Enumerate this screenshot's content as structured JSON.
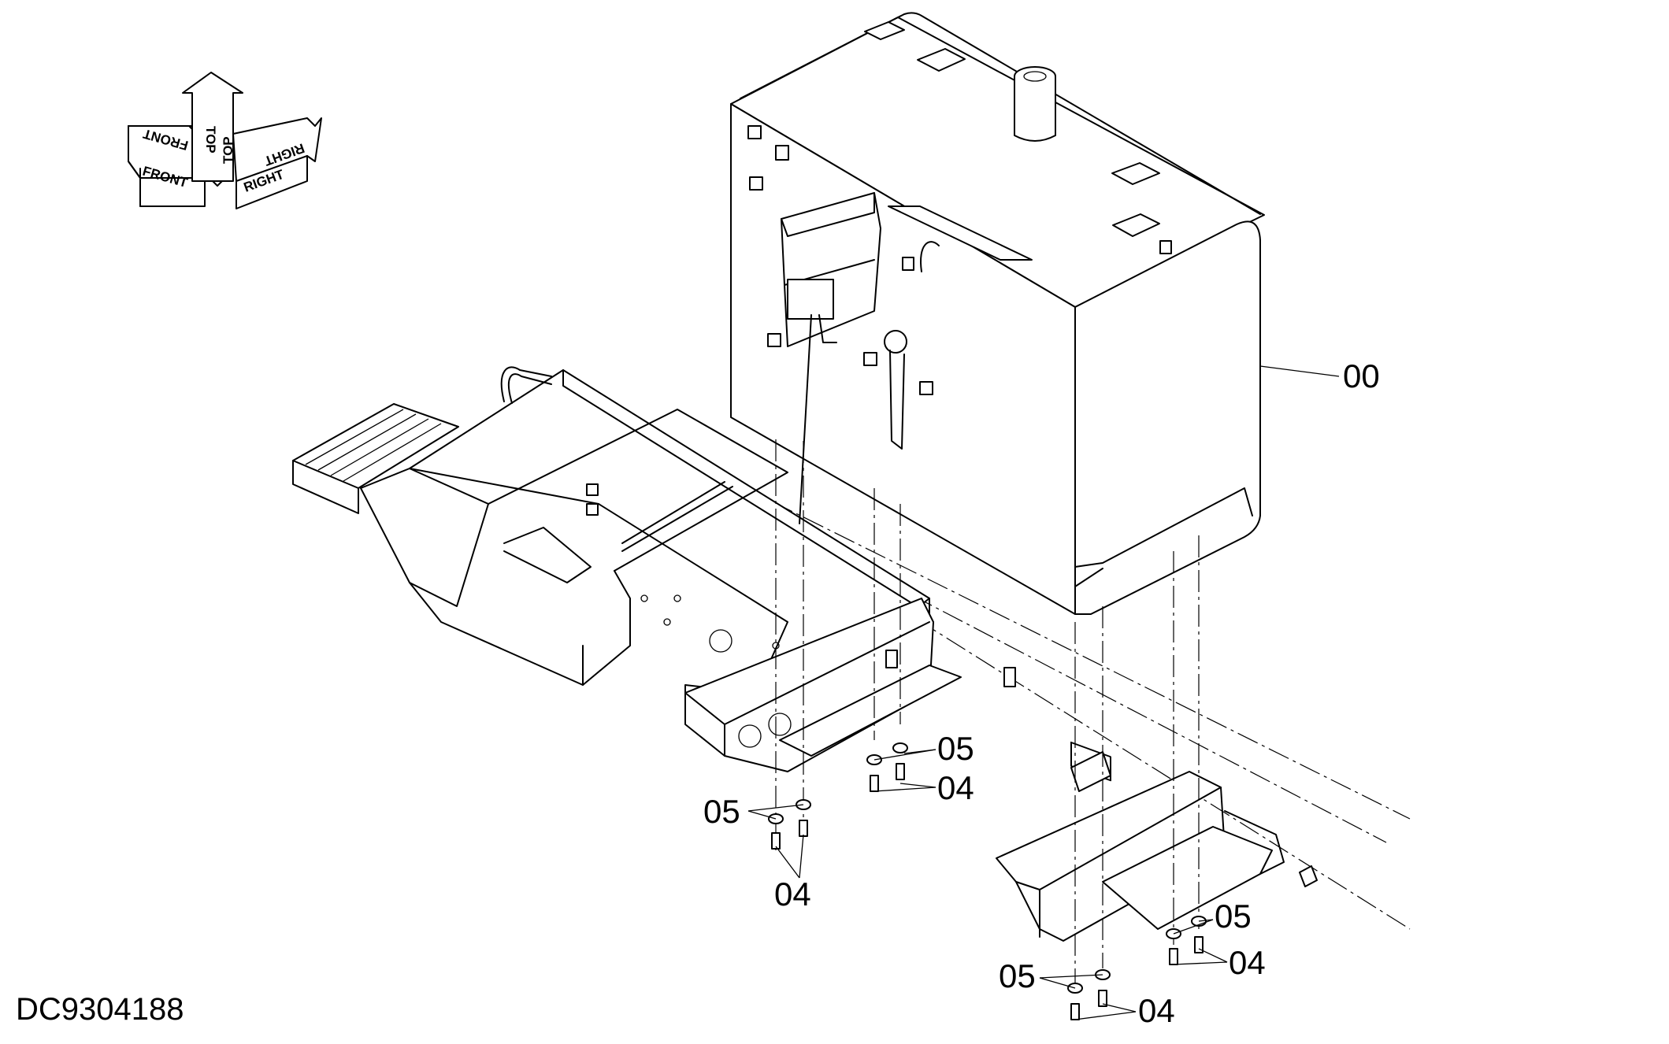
{
  "drawing_id": "DC9304188",
  "orientation_arrows": {
    "front": "FRONT",
    "top": "TOP",
    "right": "RIGHT"
  },
  "callouts": {
    "tank": "00",
    "bolt": "04",
    "washer": "05"
  }
}
